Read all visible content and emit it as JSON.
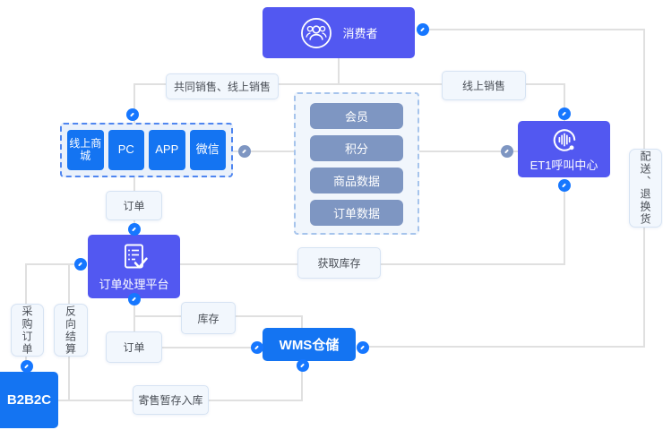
{
  "colors": {
    "node_purple": "#5258F1",
    "node_blue": "#1474F2",
    "node_slate": "#7E96C2",
    "chip_bg": "#F2F7FD",
    "chip_border": "#D6E3F3",
    "chip_text": "#4A4F57",
    "line": "#E0E0E0",
    "dot_blue": "#1677FF",
    "dot_slate": "#7E96C2",
    "mall_dash": "#4F86F0",
    "data_dash": "#A6C4EC"
  },
  "nodes": {
    "consumer": {
      "label": "消费者",
      "icon": "people-circle-icon"
    },
    "online_mall_group": {
      "items": [
        {
          "label": "线上商城"
        },
        {
          "label": "PC"
        },
        {
          "label": "APP"
        },
        {
          "label": "微信"
        }
      ]
    },
    "data_center_group": {
      "items": [
        {
          "label": "会员"
        },
        {
          "label": "积分"
        },
        {
          "label": "商品数据"
        },
        {
          "label": "订单数据"
        }
      ]
    },
    "call_center": {
      "label": "ET1呼叫中心",
      "icon": "voice-wave-icon"
    },
    "order_platform": {
      "label": "订单处理平台",
      "icon": "checklist-icon"
    },
    "wms": {
      "label": "WMS仓储"
    },
    "b2b2c": {
      "label": "B2B2C"
    }
  },
  "edge_labels": {
    "joint_online_sales": "共同销售、线上销售",
    "online_sales": "线上销售",
    "order_top": "订单",
    "get_stock": "获取库存",
    "delivery_returns": "配送、退换货",
    "purchase_order": "采购订单",
    "reverse_settlement": "反向结算",
    "stock": "库存",
    "order_bottom": "订单",
    "consignment_inbound": "寄售暂存入库"
  }
}
